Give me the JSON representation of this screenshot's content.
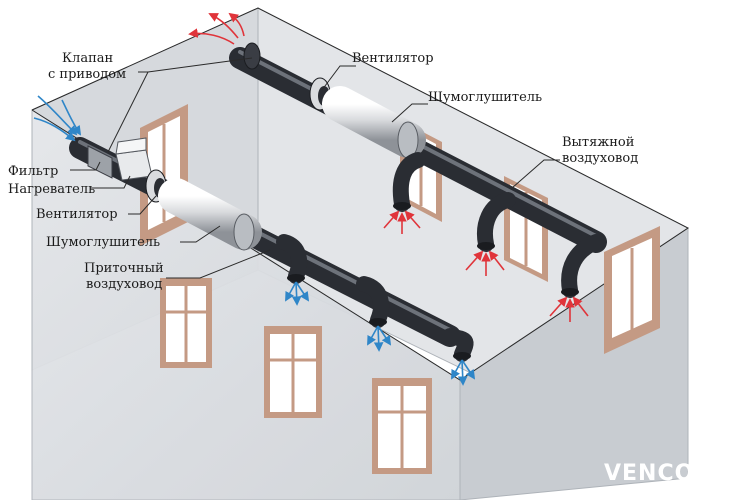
{
  "labels": {
    "valve_line1": "Клапан",
    "valve_line2": "с приводом",
    "fan_top": "Вентилятор",
    "silencer_top": "Шумоглушитель",
    "exhaust_line1": "Вытяжной",
    "exhaust_line2": "воздуховод",
    "filter": "Фильтр",
    "heater": "Нагреватель",
    "fan_bottom": "Вентилятор",
    "silencer_bottom": "Шумоглушитель",
    "supply_line1": "Приточный",
    "supply_line2": "воздуховод"
  },
  "watermark": "VENCON",
  "colors": {
    "supply_arrow": "#2f86c8",
    "exhaust_arrow": "#e0343a",
    "duct": "#3a3d44",
    "wall": "#d9dce0",
    "window_frame": "#c49a84"
  }
}
